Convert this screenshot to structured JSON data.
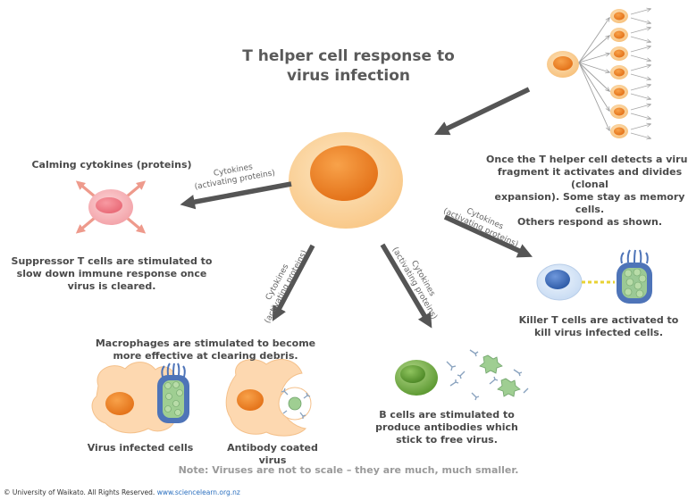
{
  "title_line1": "T helper cell response to",
  "title_line2": "virus infection",
  "clonal": {
    "line1": "Once the T helper cell detects a virus",
    "line2": "fragment it activates and divides (clonal",
    "line3": "expansion). Some stay as memory cells.",
    "line4": "Others respond as shown."
  },
  "calming": {
    "heading": "Calming cytokines (proteins)"
  },
  "suppressor": {
    "line1": "Suppressor T cells are stimulated to",
    "line2": "slow down immune response once",
    "line3": "virus is cleared."
  },
  "killer": {
    "line1": "Killer T cells are activated to",
    "line2": "kill virus infected cells."
  },
  "macrophage": {
    "line1": "Macrophages are stimulated to become",
    "line2": "more effective at clearing debris.",
    "left_caption": "Virus infected cells",
    "right_caption": "Antibody coated virus"
  },
  "bcell": {
    "line1": "B cells are stimulated to",
    "line2": "produce antibodies which",
    "line3": "stick to free virus."
  },
  "cytokines": {
    "word": "Cytokines",
    "sub": "(activating proteins)"
  },
  "note": "Note: Viruses are not to scale – they are much, much smaller.",
  "footer": {
    "copyright": "© University of Waikato. All Rights Reserved.",
    "site": "www.sciencelearn.org.nz"
  },
  "colors": {
    "helper_outer": "#fbd8a6",
    "helper_nucleus": "#ef8524",
    "arrow": "#555555",
    "suppressor": "#f4a8ad",
    "suppressor_arrow": "#ee9a8c",
    "killer_nucleus": "#4a78c8",
    "bcell": "#7bb44a",
    "virus": "#9fce92",
    "infected_cell": "#4e74b8"
  }
}
